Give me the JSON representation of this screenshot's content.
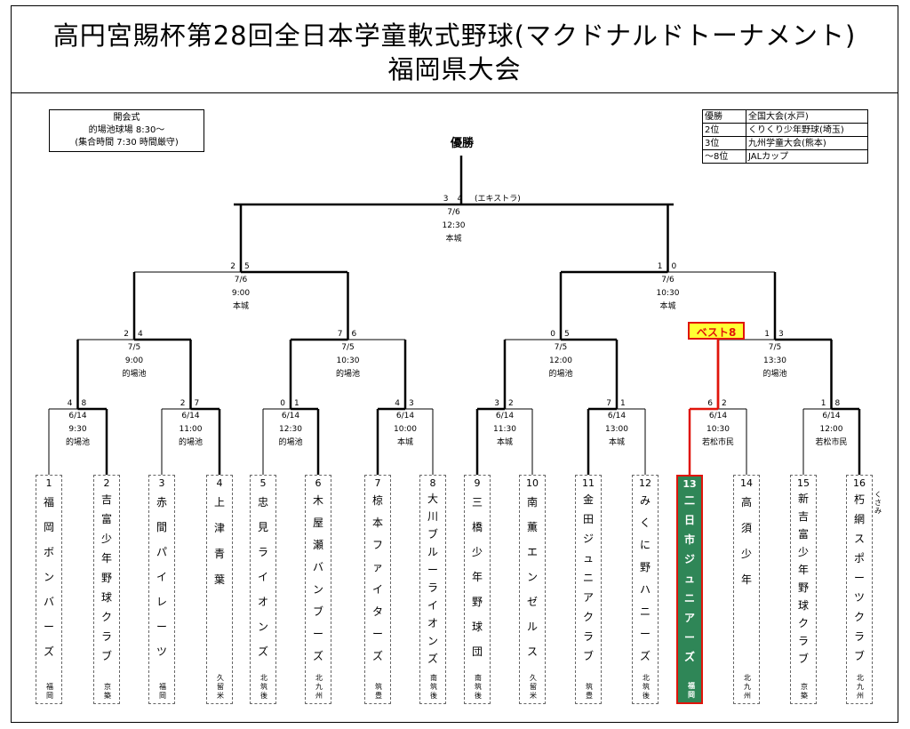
{
  "title": {
    "line1": "高円宮賜杯第28回全日本学童軟式野球(マクドナルドトーナメント)",
    "line2": "福岡県大会"
  },
  "ceremony": {
    "heading": "開会式",
    "place": "的場池球場 8:30～",
    "note": "(集合時間 7:30 時間厳守)"
  },
  "prizes": [
    {
      "rank": "優勝",
      "desc": "全国大会(水戸)"
    },
    {
      "rank": "2位",
      "desc": "くりくり少年野球(埼玉)"
    },
    {
      "rank": "3位",
      "desc": "九州学童大会(熊本)"
    },
    {
      "rank": "～8位",
      "desc": "JALカップ"
    }
  ],
  "champion_label": "優勝",
  "best8_label": "ベスト8",
  "side_note": "くさみ",
  "highlight_color": "#e0140b",
  "highlight_team_fill": "#2f8657",
  "final": {
    "score_left": "3",
    "score_right": "4",
    "note": "(エキストラ)",
    "date": "7/6",
    "time": "12:30",
    "venue": "本城"
  },
  "semifinals": [
    {
      "score_left": "2",
      "score_right": "5",
      "date": "7/6",
      "time": "9:00",
      "venue": "本城"
    },
    {
      "score_left": "1",
      "score_right": "0",
      "date": "7/6",
      "time": "10:30",
      "venue": "本城"
    }
  ],
  "quarterfinals": [
    {
      "score_left": "2",
      "score_right": "4",
      "date": "7/5",
      "time": "9:00",
      "venue": "的場池"
    },
    {
      "score_left": "7",
      "score_right": "6",
      "date": "7/5",
      "time": "10:30",
      "venue": "的場池"
    },
    {
      "score_left": "0",
      "score_right": "5",
      "date": "7/5",
      "time": "12:00",
      "venue": "的場池"
    },
    {
      "score_left": "1",
      "score_right": "3",
      "date": "7/5",
      "time": "13:30",
      "venue": "的場池"
    }
  ],
  "first_round": [
    {
      "score_left": "4",
      "score_right": "8",
      "date": "6/14",
      "time": "9:30",
      "venue": "的場池"
    },
    {
      "score_left": "2",
      "score_right": "7",
      "date": "6/14",
      "time": "11:00",
      "venue": "的場池"
    },
    {
      "score_left": "0",
      "score_right": "1",
      "date": "6/14",
      "time": "12:30",
      "venue": "的場池"
    },
    {
      "score_left": "4",
      "score_right": "3",
      "date": "6/14",
      "time": "10:00",
      "venue": "本城"
    },
    {
      "score_left": "3",
      "score_right": "2",
      "date": "6/14",
      "time": "11:30",
      "venue": "本城"
    },
    {
      "score_left": "7",
      "score_right": "1",
      "date": "6/14",
      "time": "13:00",
      "venue": "本城"
    },
    {
      "score_left": "6",
      "score_right": "2",
      "date": "6/14",
      "time": "10:30",
      "venue": "若松市民"
    },
    {
      "score_left": "1",
      "score_right": "8",
      "date": "6/14",
      "time": "12:00",
      "venue": "若松市民"
    }
  ],
  "teams": [
    {
      "num": "1",
      "name": "福岡ボンバーズ",
      "region": "福岡"
    },
    {
      "num": "2",
      "name": "吉富少年野球クラブ",
      "region": "京築"
    },
    {
      "num": "3",
      "name": "赤間パイレーツ",
      "region": "福岡"
    },
    {
      "num": "4",
      "name": "上津青葉",
      "region": "久留米"
    },
    {
      "num": "5",
      "name": "忠見ライオンズ",
      "region": "北筑後"
    },
    {
      "num": "6",
      "name": "木屋瀬バンブーズ",
      "region": "北九州"
    },
    {
      "num": "7",
      "name": "椋本ファイターズ",
      "region": "筑豊"
    },
    {
      "num": "8",
      "name": "大川ブルーライオンズ",
      "region": "南筑後"
    },
    {
      "num": "9",
      "name": "三橋少年野球団",
      "region": "南筑後"
    },
    {
      "num": "10",
      "name": "南薫エンゼルス",
      "region": "久留米"
    },
    {
      "num": "11",
      "name": "金田ジュニアクラブ",
      "region": "筑豊"
    },
    {
      "num": "12",
      "name": "みくに野ハニーズ",
      "region": "北筑後"
    },
    {
      "num": "13",
      "name": "二日市ジュニアーズ",
      "region": "福岡"
    },
    {
      "num": "14",
      "name": "高須少年",
      "region": "北九州"
    },
    {
      "num": "15",
      "name": "新吉富少年野球クラブ",
      "region": "京築"
    },
    {
      "num": "16",
      "name": "朽網スポーツクラブ",
      "region": "北九州"
    }
  ]
}
